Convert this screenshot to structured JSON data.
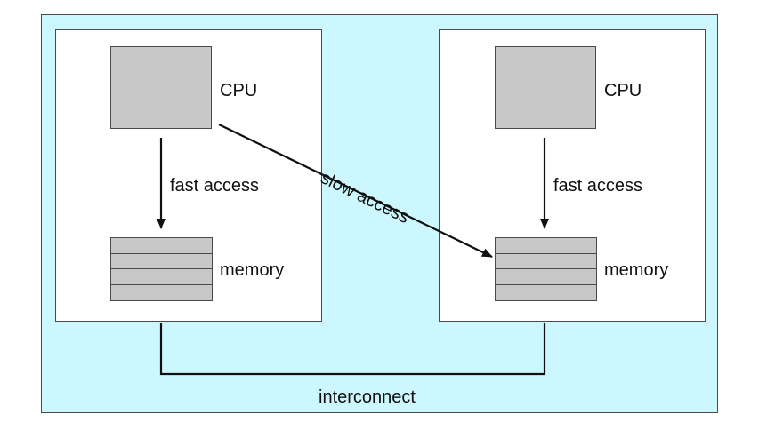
{
  "nodes": [
    {
      "cpu_label": "CPU",
      "access_label": "fast access",
      "memory_label": "memory"
    },
    {
      "cpu_label": "CPU",
      "access_label": "fast access",
      "memory_label": "memory"
    }
  ],
  "cross_link_label": "slow access",
  "interconnect_label": "interconnect",
  "colors": {
    "background": "#cdf7fe",
    "node": "#ffffff",
    "cpu_fill": "#c8c8c8",
    "memory_fill": "#c8c8c8",
    "lines": "#111111"
  }
}
